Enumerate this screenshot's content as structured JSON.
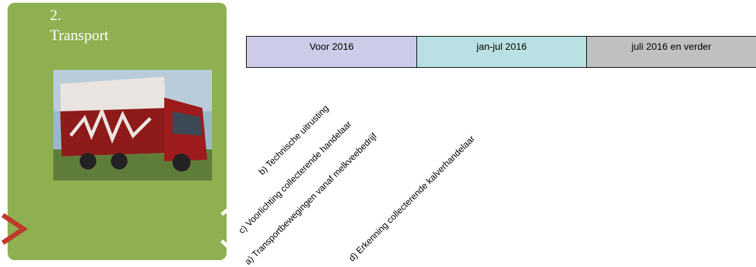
{
  "panel": {
    "number": "2.",
    "title": "Transport",
    "photo_icon": "truck-photo"
  },
  "timeline": {
    "periods": [
      {
        "label": "Voor 2016",
        "color": "#cccce8"
      },
      {
        "label": "jan-jul 2016",
        "color": "#b9e1e3"
      },
      {
        "label": "juli 2016 en verder",
        "color": "#c0c0c0"
      }
    ]
  },
  "items": {
    "b": "b) Technische uitrusting",
    "c": "c) Voorlichting  collecterende handelaar",
    "a": "a) Transportbewegingen  vanaf melkveebedrijf",
    "d": "d) Erkenning  collecterende kalverhandelaar"
  },
  "colors": {
    "panel": "#8fb050",
    "chevron": "#c0392b"
  }
}
